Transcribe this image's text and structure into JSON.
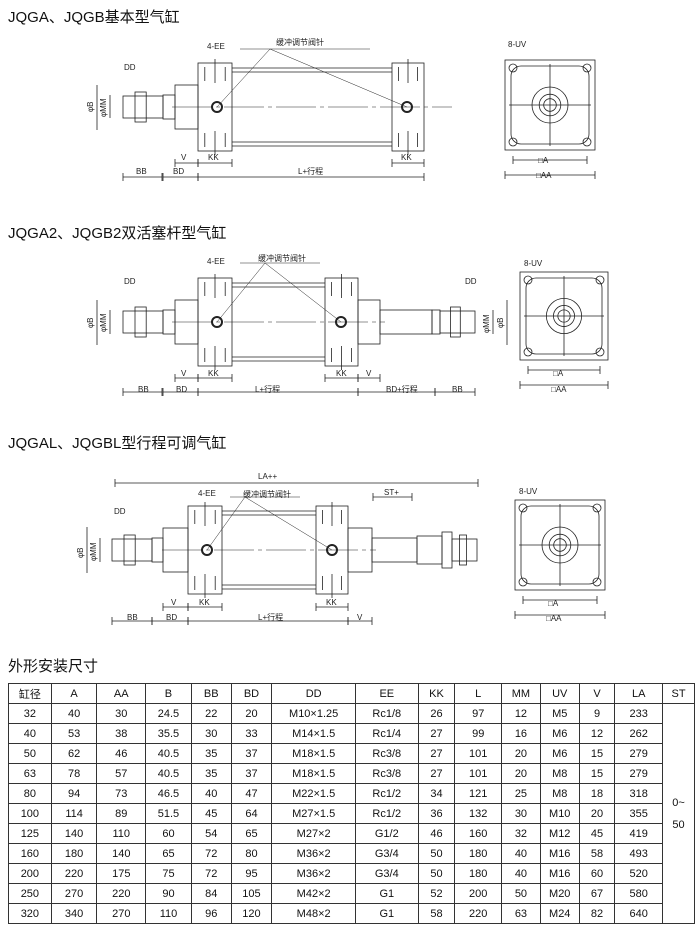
{
  "sections": [
    {
      "title": "JQGA、JQGB基本型气缸"
    },
    {
      "title": "JQGA2、JQGB2双活塞杆型气缸"
    },
    {
      "title": "JQGAL、JQGBL型行程可调气缸"
    }
  ],
  "labels": {
    "dd": "DD",
    "ee": "4-EE",
    "needle": "缓冲调节阀针",
    "phi_b": "φB",
    "phi_mm": "φMM",
    "v": "V",
    "kk": "KK",
    "bb": "BB",
    "bd": "BD",
    "l_stroke": "L+行程",
    "bd_stroke": "BD+行程",
    "uv": "8-UV",
    "a": "□A",
    "aa": "□AA",
    "la": "LA++",
    "st": "ST+"
  },
  "table_title": "外形安装尺寸",
  "table": {
    "headers": [
      "缸径",
      "A",
      "AA",
      "B",
      "BB",
      "BD",
      "DD",
      "EE",
      "KK",
      "L",
      "MM",
      "UV",
      "V",
      "LA",
      "ST"
    ],
    "rows": [
      [
        "32",
        "40",
        "30",
        "24.5",
        "22",
        "20",
        "M10×1.25",
        "Rc1/8",
        "26",
        "97",
        "12",
        "M5",
        "9",
        "233"
      ],
      [
        "40",
        "53",
        "38",
        "35.5",
        "30",
        "33",
        "M14×1.5",
        "Rc1/4",
        "27",
        "99",
        "16",
        "M6",
        "12",
        "262"
      ],
      [
        "50",
        "62",
        "46",
        "40.5",
        "35",
        "37",
        "M18×1.5",
        "Rc3/8",
        "27",
        "101",
        "20",
        "M6",
        "15",
        "279"
      ],
      [
        "63",
        "78",
        "57",
        "40.5",
        "35",
        "37",
        "M18×1.5",
        "Rc3/8",
        "27",
        "101",
        "20",
        "M8",
        "15",
        "279"
      ],
      [
        "80",
        "94",
        "73",
        "46.5",
        "40",
        "47",
        "M22×1.5",
        "Rc1/2",
        "34",
        "121",
        "25",
        "M8",
        "18",
        "318"
      ],
      [
        "100",
        "114",
        "89",
        "51.5",
        "45",
        "64",
        "M27×1.5",
        "Rc1/2",
        "36",
        "132",
        "30",
        "M10",
        "20",
        "355"
      ],
      [
        "125",
        "140",
        "110",
        "60",
        "54",
        "65",
        "M27×2",
        "G1/2",
        "46",
        "160",
        "32",
        "M12",
        "45",
        "419"
      ],
      [
        "160",
        "180",
        "140",
        "65",
        "72",
        "80",
        "M36×2",
        "G3/4",
        "50",
        "180",
        "40",
        "M16",
        "58",
        "493"
      ],
      [
        "200",
        "220",
        "175",
        "75",
        "72",
        "95",
        "M36×2",
        "G3/4",
        "50",
        "180",
        "40",
        "M16",
        "60",
        "520"
      ],
      [
        "250",
        "270",
        "220",
        "90",
        "84",
        "105",
        "M42×2",
        "G1",
        "52",
        "200",
        "50",
        "M20",
        "67",
        "580"
      ],
      [
        "320",
        "340",
        "270",
        "110",
        "96",
        "120",
        "M48×2",
        "G1",
        "58",
        "220",
        "63",
        "M24",
        "82",
        "640"
      ]
    ],
    "st_top": "0~",
    "st_bottom": "50"
  }
}
